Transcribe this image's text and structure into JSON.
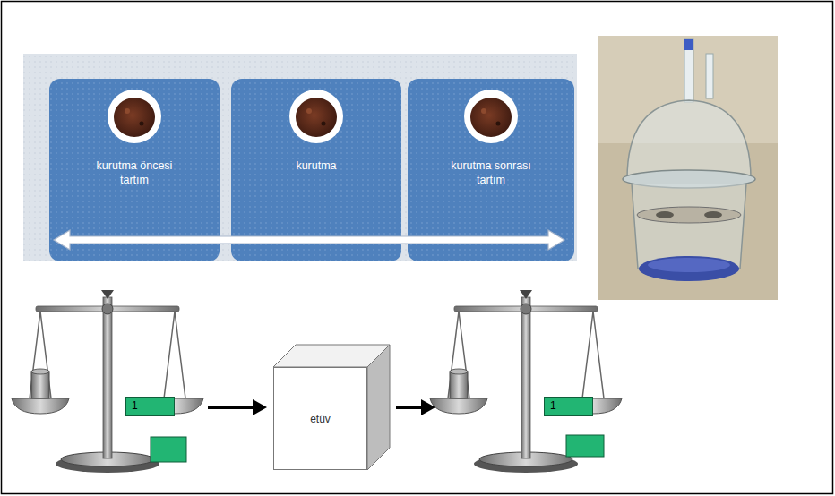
{
  "diagram": {
    "nodes": [
      {
        "text": [
          "kurutma öncesi tartım"
        ]
      },
      {
        "text": [
          "kurutma"
        ]
      },
      {
        "text": [
          "kurutma sonrası tartım"
        ]
      },
      {
        "text": [
          "1"
        ]
      },
      {
        "text": [
          "etüv"
        ]
      },
      {
        "text": [
          "1"
        ]
      }
    ]
  }
}
